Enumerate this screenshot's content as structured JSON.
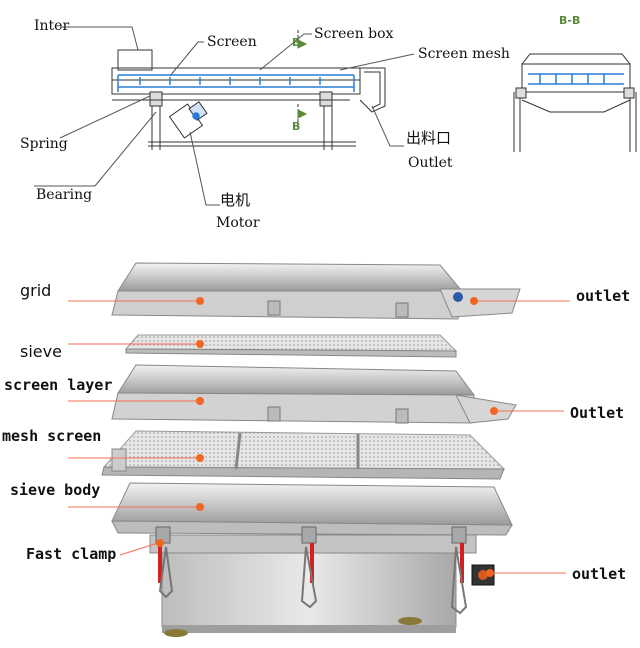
{
  "top_diagram": {
    "labels": {
      "inter": "Inter",
      "screen": "Screen",
      "screen_box": "Screen box",
      "screen_mesh": "Screen mesh",
      "spring": "Spring",
      "bearing": "Bearing",
      "outlet_cn": "出料口",
      "outlet": "Outlet",
      "motor_cn": "电机",
      "motor": "Motor",
      "section_b_top": "B",
      "section_b_bottom": "B",
      "section_view": "B-B"
    }
  },
  "exploded_view": {
    "labels": {
      "grid": "grid",
      "sieve": "sieve",
      "screen_layer": "screen layer",
      "mesh_screen": "mesh screen",
      "sieve_body": "sieve body",
      "fast_clamp": "Fast clamp",
      "outlet_1": "outlet",
      "outlet_2": "Outlet",
      "outlet_3": "outlet"
    }
  },
  "colors": {
    "callout_line": "#f07050",
    "callout_dot": "#f26522",
    "steel_light": "#e4e4e4",
    "steel_mid": "#b9b9b9",
    "steel_dark": "#8c8c8c",
    "clamp_red": "#d42020",
    "drawing_blue": "#2a7bd8"
  }
}
